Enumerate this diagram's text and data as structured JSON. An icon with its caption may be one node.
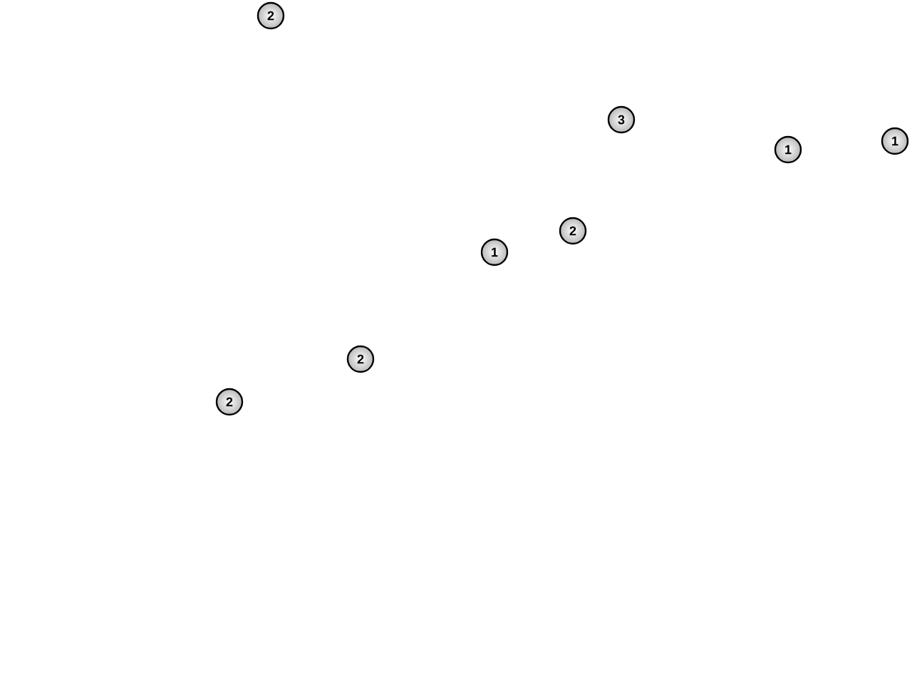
{
  "diagram": {
    "labels": [
      "2",
      "3",
      "1",
      "1",
      "2",
      "1",
      "2",
      "2"
    ]
  }
}
